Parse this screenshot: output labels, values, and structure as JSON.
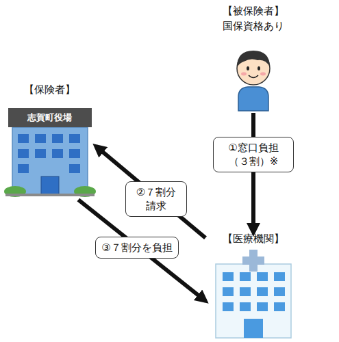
{
  "diagram": {
    "nodes": [
      {
        "text": [
          "【被保険者】",
          "国保資格あり"
        ]
      },
      {
        "text": [
          "【保険者】",
          "志賀町役場"
        ]
      },
      {
        "text": [
          "【医療機関】"
        ]
      }
    ],
    "edges": [
      {
        "from": 0,
        "to": 2,
        "arrow": "to",
        "label": "①窓口負担 （３割）※"
      },
      {
        "from": 2,
        "to": 1,
        "arrow": "to",
        "label": "②７割分 請求"
      },
      {
        "from": 1,
        "to": 2,
        "arrow": "to",
        "label": "③７割分を負担"
      }
    ]
  }
}
